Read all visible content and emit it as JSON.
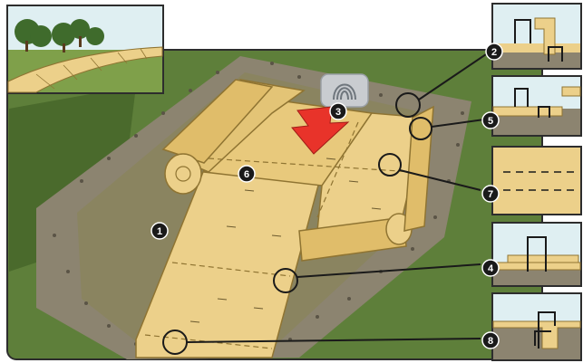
{
  "colors": {
    "grass": "#5e7f3a",
    "grass_dark": "#4a6a2c",
    "gravel": "#8c8470",
    "soil": "#8a8460",
    "mat": "#ecd08a",
    "mat_dark": "#caa85a",
    "mat_edge": "#8f7432",
    "sky": "#dfeff2",
    "marker": "#1a1a1a",
    "arrow": "#e8332a",
    "staple_icon": "#c9ccd0"
  },
  "markers": [
    {
      "id": "marker-1",
      "label": "1"
    },
    {
      "id": "marker-2",
      "label": "2"
    },
    {
      "id": "marker-3",
      "label": "3"
    },
    {
      "id": "marker-4",
      "label": "4"
    },
    {
      "id": "marker-5",
      "label": "5"
    },
    {
      "id": "marker-6",
      "label": "6"
    },
    {
      "id": "marker-7",
      "label": "7"
    },
    {
      "id": "marker-8",
      "label": "8"
    }
  ],
  "detail_panels": [
    {
      "id": "detail-2",
      "depicts": "staple-over-trench"
    },
    {
      "id": "detail-5",
      "depicts": "staple-overlap"
    },
    {
      "id": "detail-7",
      "depicts": "seam-overlap"
    },
    {
      "id": "detail-4",
      "depicts": "staple-mat-overlap"
    },
    {
      "id": "detail-8",
      "depicts": "terminal-trench"
    }
  ],
  "icons": [
    "staple-icon",
    "down-arrow-icon",
    "inset-landscape"
  ]
}
